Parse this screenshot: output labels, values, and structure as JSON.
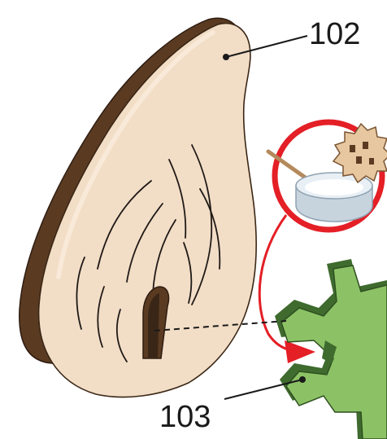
{
  "diagram": {
    "callouts": [
      {
        "label": "102",
        "target": "wooden-leaf-panel"
      },
      {
        "label": "103",
        "target": "green-branch-piece"
      }
    ],
    "parts": {
      "leaf_panel": {
        "material": "plywood",
        "face_color": "#f2ddc6",
        "edge_color": "#5a3b22"
      },
      "branch_piece": {
        "face_color": "#8cc265",
        "edge_color": "#3f6b2e"
      },
      "detail_inset": {
        "ring_color": "#e41f26",
        "shows": "glue-dish-and-toothpick"
      }
    },
    "arrow_color": "#e41f26"
  }
}
